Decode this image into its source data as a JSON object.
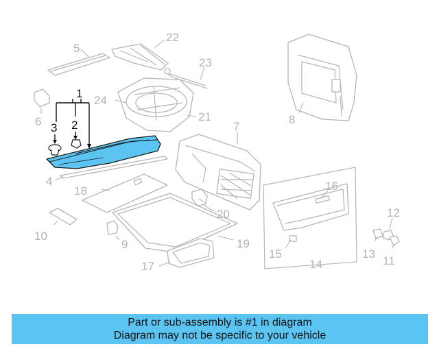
{
  "callouts": {
    "c1": "1",
    "c2": "2",
    "c3": "3",
    "c4": "4",
    "c5": "5",
    "c6": "6",
    "c7": "7",
    "c8": "8",
    "c9": "9",
    "c10": "10",
    "c11": "11",
    "c12": "12",
    "c13": "13",
    "c14": "14",
    "c15": "15",
    "c16": "16",
    "c17": "17",
    "c18": "18",
    "c19": "19",
    "c20": "20",
    "c21": "21",
    "c22": "22",
    "c23": "23",
    "c24": "24"
  },
  "highlight_color": "#5bc4f1",
  "caption": {
    "line1": "Part or sub-assembly is #1 in diagram",
    "line2": "Diagram may not be specific to your vehicle"
  }
}
